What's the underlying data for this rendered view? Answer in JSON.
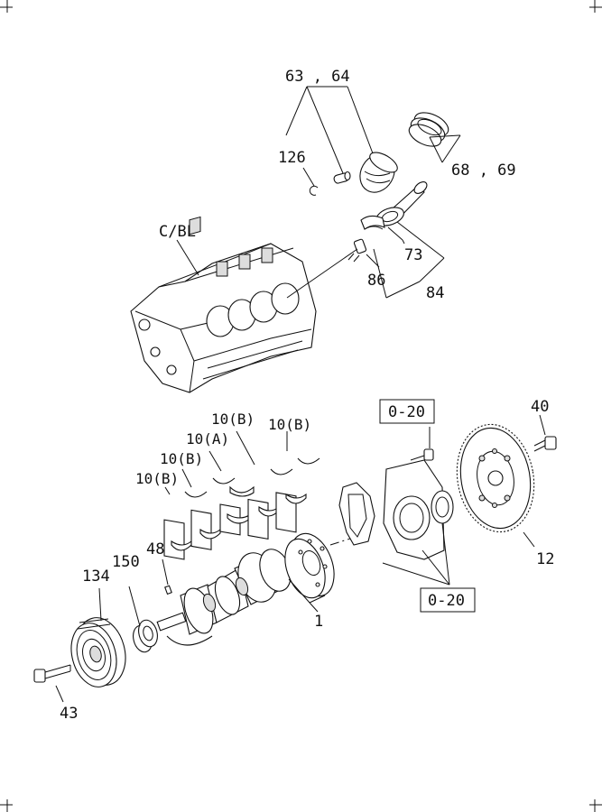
{
  "callouts": {
    "c63_64": "63 , 64",
    "c126": "126",
    "c68_69": "68 , 69",
    "c73": "73",
    "c86": "86",
    "c84": "84",
    "cbl": "C/BL",
    "c10b_1": "10(B)",
    "c10b_2": "10(B)",
    "c10a": "10(A)",
    "c10b_3": "10(B)",
    "c10b_4": "10(B)",
    "c48": "48",
    "c150": "150",
    "c134": "134",
    "c1": "1",
    "c43": "43",
    "c40": "40",
    "c12": "12",
    "box_top": "0-20",
    "box_bottom": "0-20"
  }
}
